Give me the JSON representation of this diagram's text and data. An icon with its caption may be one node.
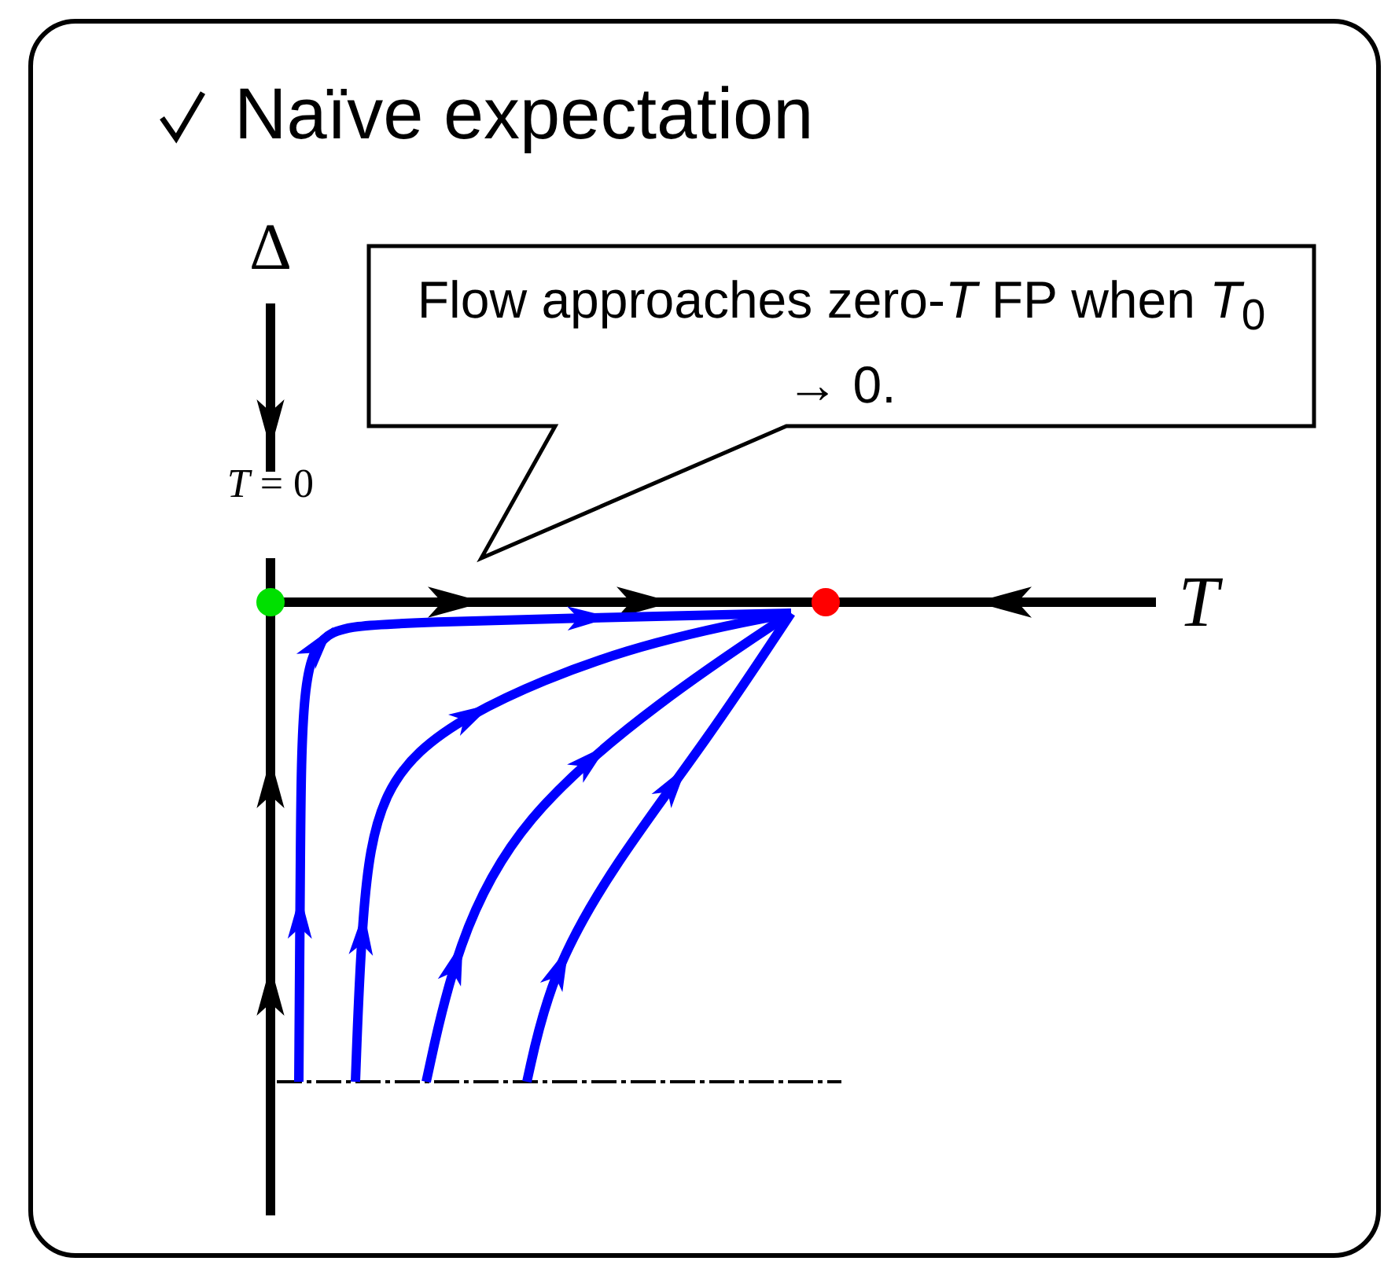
{
  "diagram": {
    "nodes": [
      {
        "text": [
          "Naïve expectation"
        ]
      },
      {
        "text": [
          "Flow approaches zero-*T* FP when *T*$_{0}$ → 0."
        ],
        "in": 0
      }
    ],
    "labels": [
      "Δ",
      "*T* = 0",
      "T"
    ]
  }
}
